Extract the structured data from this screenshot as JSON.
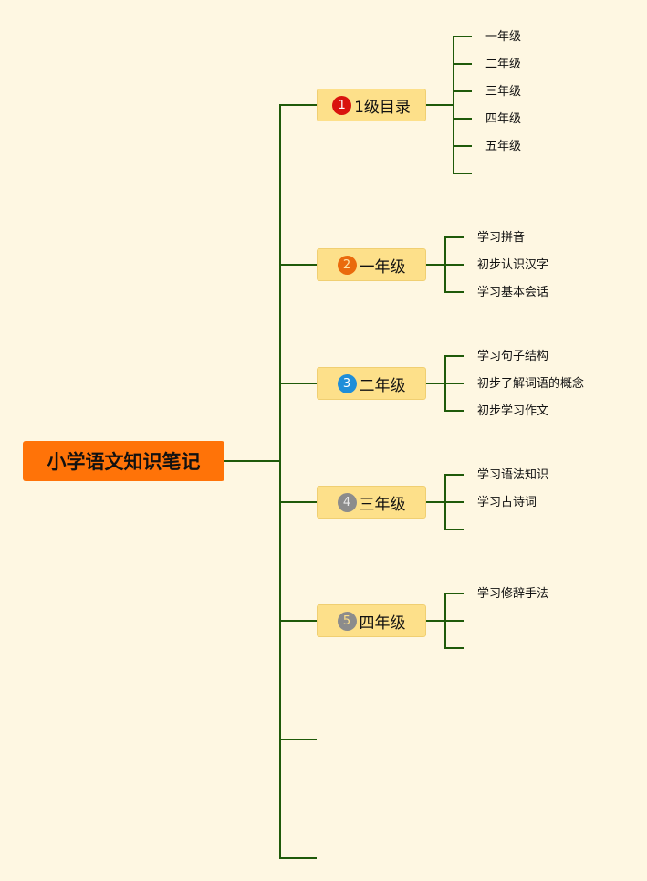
{
  "root": {
    "label": "小学语文知识笔记",
    "color": "#ff7308"
  },
  "line_color": "#1f5a0a",
  "branches": [
    {
      "number": "1",
      "label": "1级目录",
      "badge_color": "#d9130e",
      "badge_text_color": "#ffffff",
      "children": [
        "一年级",
        "二年级",
        "三年级",
        "四年级",
        "五年级",
        ""
      ]
    },
    {
      "number": "2",
      "label": "一年级",
      "badge_color": "#ea6a0c",
      "badge_text_color": "#ffe4a8",
      "children": [
        "学习拼音",
        "初步认识汉字",
        "学习基本会话"
      ]
    },
    {
      "number": "3",
      "label": "二年级",
      "badge_color": "#1f8ed9",
      "badge_text_color": "#ffffff",
      "children": [
        "学习句子结构",
        "初步了解词语的概念",
        "初步学习作文"
      ]
    },
    {
      "number": "4",
      "label": "三年级",
      "badge_color": "#8c8c8c",
      "badge_text_color": "#e8e8e8",
      "children": [
        "学习语法知识",
        "学习古诗词",
        ""
      ]
    },
    {
      "number": "5",
      "label": "四年级",
      "badge_color": "#8c8c8c",
      "badge_text_color": "#fde08a",
      "children": [
        "学习修辞手法",
        "",
        ""
      ]
    }
  ],
  "empty_branches": 2
}
